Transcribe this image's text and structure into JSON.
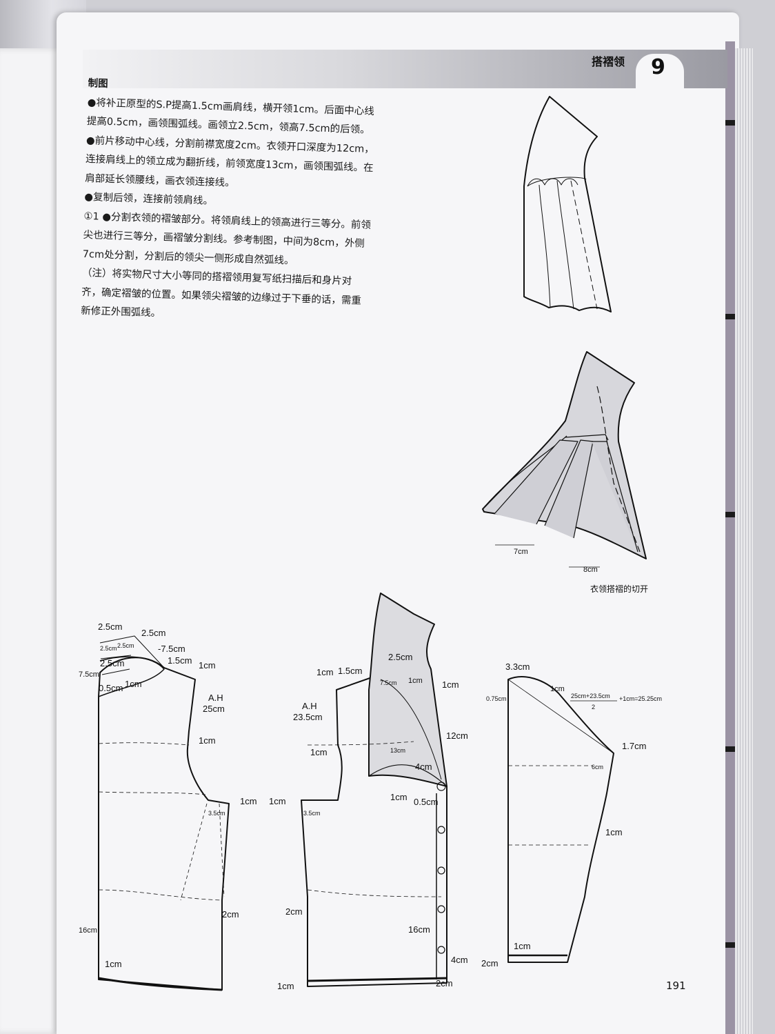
{
  "header": {
    "title": "搭褶领",
    "number": "9"
  },
  "instructions": {
    "heading": "制图",
    "items": [
      "●将补正原型的S.P提高1.5cm画肩线，横开领1cm。后面中心线提高0.5cm，画领围弧线。画领立2.5cm，领高7.5cm的后领。",
      "●前片移动中心线，分割前襟宽度2cm。衣领开口深度为12cm，连接肩线上的领立成为翻折线，前领宽度13cm，画领围弧线。在肩部延长领腰线，画衣领连接线。",
      "●复制后领，连接前领肩线。",
      "①1 ●分割衣领的褶皱部分。将领肩线上的领高进行三等分。前领尖也进行三等分，画褶皱分割线。参考制图，中间为8cm，外侧7cm处分割，分割后的领尖一侧形成自然弧线。",
      "（注）将实物尺寸大小等同的搭褶领用复写纸扫描后和身片对齐，确定褶皱的位置。如果领尖褶皱的边缘过于下垂的话，需重新修正外围弧线。"
    ]
  },
  "figure_top": {
    "labels": []
  },
  "figure_middle": {
    "labels": [
      "7cm",
      "8cm"
    ],
    "caption": "衣领搭褶的切开"
  },
  "back_bodice": {
    "labels": [
      "2.5cm",
      "2.5cm",
      "2.5cm",
      "2.5cm",
      "-7.5cm",
      "2.5cm",
      "1.5cm",
      "1cm",
      "7.5cm",
      "0.5cm",
      "1cm",
      "A.H",
      "25cm",
      "1cm",
      "1cm",
      "3.5cm",
      "2cm",
      "16cm",
      "1cm"
    ]
  },
  "front_bodice": {
    "labels": [
      "1cm",
      "1.5cm",
      "2.5cm",
      "7.5cm",
      "1cm",
      "1cm",
      "A.H",
      "23.5cm",
      "12cm",
      "1cm",
      "13cm",
      "4cm",
      "1cm",
      "0.5cm",
      "1cm",
      "3.5cm",
      "2cm",
      "16cm",
      "4cm",
      "1cm",
      "2cm"
    ]
  },
  "sleeve": {
    "labels": [
      "3.3cm",
      "0.75cm",
      "1cm",
      "25cm+23.5cm",
      "2",
      "+1cm=25.25cm",
      "1.7cm",
      "6cm",
      "1cm",
      "1cm",
      "2cm"
    ]
  },
  "footer": {
    "page_number": "191"
  }
}
